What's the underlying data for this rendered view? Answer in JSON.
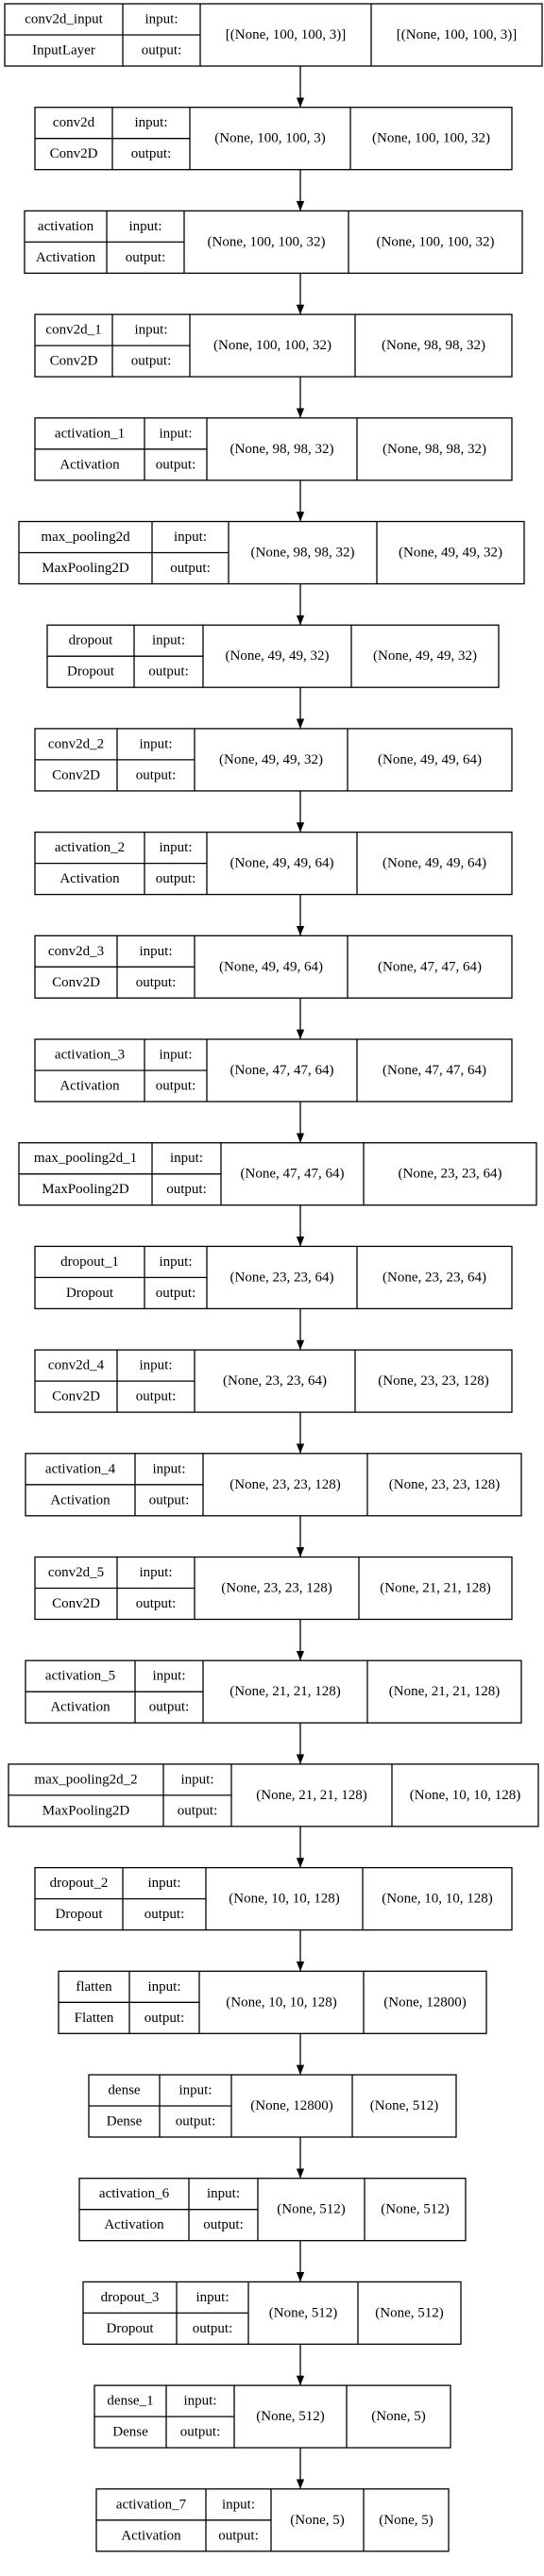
{
  "labels": {
    "input": "input:",
    "output": "output:"
  },
  "layers": [
    {
      "name": "conv2d_input",
      "type": "InputLayer",
      "input": "[(None, 100, 100, 3)]",
      "output": "[(None, 100, 100, 3)]"
    },
    {
      "name": "conv2d",
      "type": "Conv2D",
      "input": "(None, 100, 100, 3)",
      "output": "(None, 100, 100, 32)"
    },
    {
      "name": "activation",
      "type": "Activation",
      "input": "(None, 100, 100, 32)",
      "output": "(None, 100, 100, 32)"
    },
    {
      "name": "conv2d_1",
      "type": "Conv2D",
      "input": "(None, 100, 100, 32)",
      "output": "(None, 98, 98, 32)"
    },
    {
      "name": "activation_1",
      "type": "Activation",
      "input": "(None, 98, 98, 32)",
      "output": "(None, 98, 98, 32)"
    },
    {
      "name": "max_pooling2d",
      "type": "MaxPooling2D",
      "input": "(None, 98, 98, 32)",
      "output": "(None, 49, 49, 32)"
    },
    {
      "name": "dropout",
      "type": "Dropout",
      "input": "(None, 49, 49, 32)",
      "output": "(None, 49, 49, 32)"
    },
    {
      "name": "conv2d_2",
      "type": "Conv2D",
      "input": "(None, 49, 49, 32)",
      "output": "(None, 49, 49, 64)"
    },
    {
      "name": "activation_2",
      "type": "Activation",
      "input": "(None, 49, 49, 64)",
      "output": "(None, 49, 49, 64)"
    },
    {
      "name": "conv2d_3",
      "type": "Conv2D",
      "input": "(None, 49, 49, 64)",
      "output": "(None, 47, 47, 64)"
    },
    {
      "name": "activation_3",
      "type": "Activation",
      "input": "(None, 47, 47, 64)",
      "output": "(None, 47, 47, 64)"
    },
    {
      "name": "max_pooling2d_1",
      "type": "MaxPooling2D",
      "input": "(None, 47, 47, 64)",
      "output": "(None, 23, 23, 64)"
    },
    {
      "name": "dropout_1",
      "type": "Dropout",
      "input": "(None, 23, 23, 64)",
      "output": "(None, 23, 23, 64)"
    },
    {
      "name": "conv2d_4",
      "type": "Conv2D",
      "input": "(None, 23, 23, 64)",
      "output": "(None, 23, 23, 128)"
    },
    {
      "name": "activation_4",
      "type": "Activation",
      "input": "(None, 23, 23, 128)",
      "output": "(None, 23, 23, 128)"
    },
    {
      "name": "conv2d_5",
      "type": "Conv2D",
      "input": "(None, 23, 23, 128)",
      "output": "(None, 21, 21, 128)"
    },
    {
      "name": "activation_5",
      "type": "Activation",
      "input": "(None, 21, 21, 128)",
      "output": "(None, 21, 21, 128)"
    },
    {
      "name": "max_pooling2d_2",
      "type": "MaxPooling2D",
      "input": "(None, 21, 21, 128)",
      "output": "(None, 10, 10, 128)"
    },
    {
      "name": "dropout_2",
      "type": "Dropout",
      "input": "(None, 10, 10, 128)",
      "output": "(None, 10, 10, 128)"
    },
    {
      "name": "flatten",
      "type": "Flatten",
      "input": "(None, 10, 10, 128)",
      "output": "(None, 12800)"
    },
    {
      "name": "dense",
      "type": "Dense",
      "input": "(None, 12800)",
      "output": "(None, 512)"
    },
    {
      "name": "activation_6",
      "type": "Activation",
      "input": "(None, 512)",
      "output": "(None, 512)"
    },
    {
      "name": "dropout_3",
      "type": "Dropout",
      "input": "(None, 512)",
      "output": "(None, 512)"
    },
    {
      "name": "dense_1",
      "type": "Dense",
      "input": "(None, 512)",
      "output": "(None, 5)"
    },
    {
      "name": "activation_7",
      "type": "Activation",
      "input": "(None, 5)",
      "output": "(None, 5)"
    }
  ]
}
